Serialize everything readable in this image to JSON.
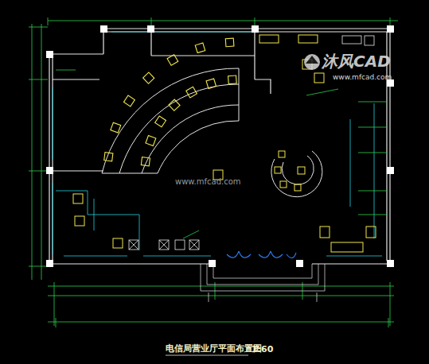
{
  "diagram": {
    "title": "电信局营业厅平面布置图",
    "labels": [
      "1:60",
      "沐风CAD",
      "www.mfcad.com",
      "www.mfcad.com"
    ]
  }
}
